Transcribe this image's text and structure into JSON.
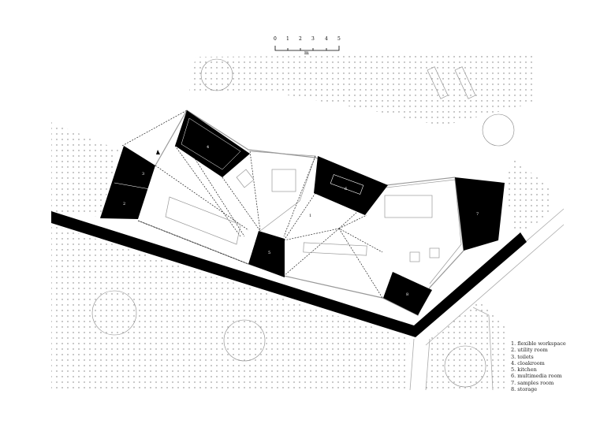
{
  "scale_bar": {
    "ticks": [
      "0",
      "1",
      "2",
      "3",
      "4",
      "5"
    ],
    "unit": "m"
  },
  "rooms": [
    {
      "number": "1",
      "name": "flexible workspace"
    },
    {
      "number": "2",
      "name": "utility room"
    },
    {
      "number": "3",
      "name": "toilets"
    },
    {
      "number": "4",
      "name": "cloakroom"
    },
    {
      "number": "5",
      "name": "kitchen"
    },
    {
      "number": "6",
      "name": "multimedia room"
    },
    {
      "number": "7",
      "name": "samples room"
    },
    {
      "number": "8",
      "name": "storage"
    }
  ],
  "legend": [
    "1. flexible workspace",
    "2. utility room",
    "3. toilets",
    "4. cloakroom",
    "5. kitchen",
    "6. multimedia room",
    "7. samples room",
    "8. storage"
  ]
}
